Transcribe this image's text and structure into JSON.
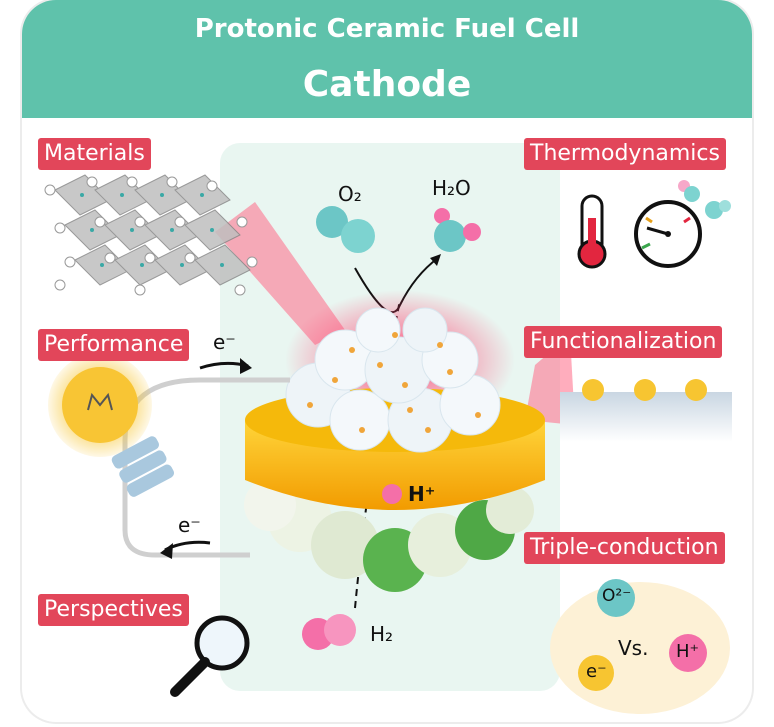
{
  "header": {
    "title": "Protonic Ceramic Fuel Cell",
    "subtitle": "Cathode"
  },
  "labels": {
    "materials": "Materials",
    "performance": "Performance",
    "perspectives": "Perspectives",
    "thermodynamics": "Thermodynamics",
    "functionalization": "Functionalization",
    "triple_conduction": "Triple-conduction"
  },
  "species": {
    "o2": "O₂",
    "h2o": "H₂O",
    "h_plus": "H⁺",
    "h2": "H₂",
    "e_top": "e⁻",
    "e_bottom": "e⁻",
    "o2_minus": "O²⁻",
    "vs": "Vs.",
    "h_plus_tc": "H⁺",
    "e_tc": "e⁻"
  },
  "colors": {
    "header": "#5fc2ab",
    "label_bg": "#e2465a",
    "cathode_glow": "#ff5a78",
    "electrolyte": "#f3b400",
    "teal_panel": "#e9f6f1"
  }
}
